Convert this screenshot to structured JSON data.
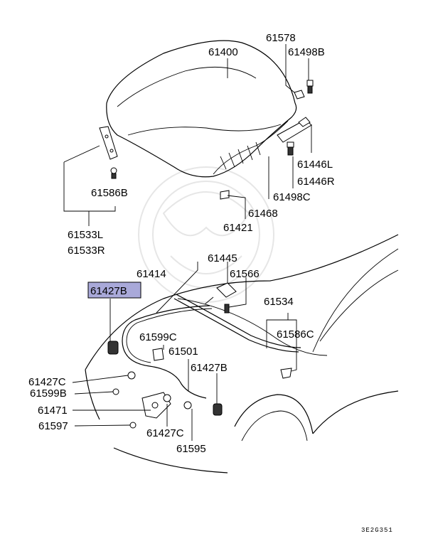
{
  "diagram": {
    "highlight_color": "#a9a9d9",
    "labels": {
      "p61400": "61400",
      "p61578": "61578",
      "p61498B": "61498B",
      "p61446L": "61446L",
      "p61446R": "61446R",
      "p61498C": "61498C",
      "p61468": "61468",
      "p61586B": "61586B",
      "p61533L": "61533L",
      "p61533R": "61533R",
      "p61421": "61421",
      "p61445": "61445",
      "p61566": "61566",
      "p61414": "61414",
      "p61427B_hl": "61427B",
      "p61534": "61534",
      "p61586C": "61586C",
      "p61599C": "61599C",
      "p61501": "61501",
      "p61427C_a": "61427C",
      "p61427B_b": "61427B",
      "p61599B": "61599B",
      "p61471": "61471",
      "p61597": "61597",
      "p61427C_b": "61427C",
      "p61595": "61595"
    },
    "code": "3E2G351"
  }
}
